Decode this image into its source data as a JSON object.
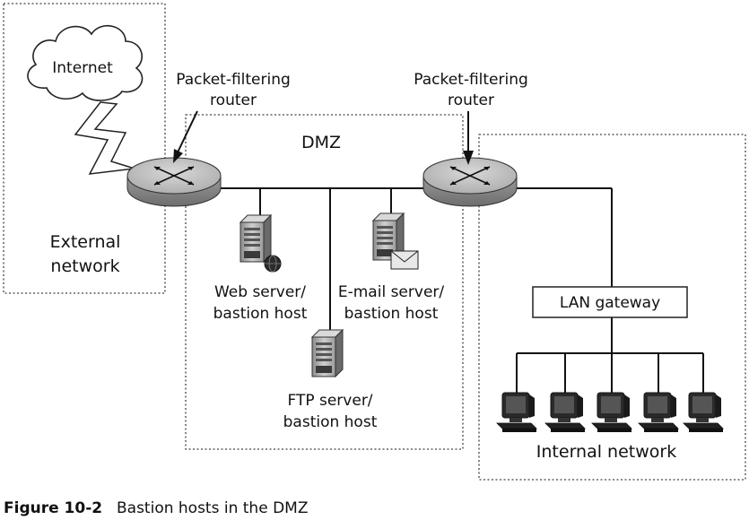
{
  "labels": {
    "internet": "Internet",
    "router_left_1": "Packet-filtering",
    "router_left_2": "router",
    "router_right_1": "Packet-filtering",
    "router_right_2": "router",
    "dmz": "DMZ",
    "external_1": "External",
    "external_2": "network",
    "web_1": "Web server/",
    "web_2": "bastion host",
    "email_1": "E-mail server/",
    "email_2": "bastion host",
    "ftp_1": "FTP server/",
    "ftp_2": "bastion host",
    "lan_gateway": "LAN gateway",
    "internal": "Internal network"
  },
  "caption": {
    "figure": "Figure 10-2",
    "text": "Bastion hosts in the DMZ"
  },
  "icons": [
    "cloud-icon",
    "lightning-icon",
    "router-icon",
    "server-icon",
    "globe-icon",
    "envelope-icon",
    "computer-icon"
  ]
}
